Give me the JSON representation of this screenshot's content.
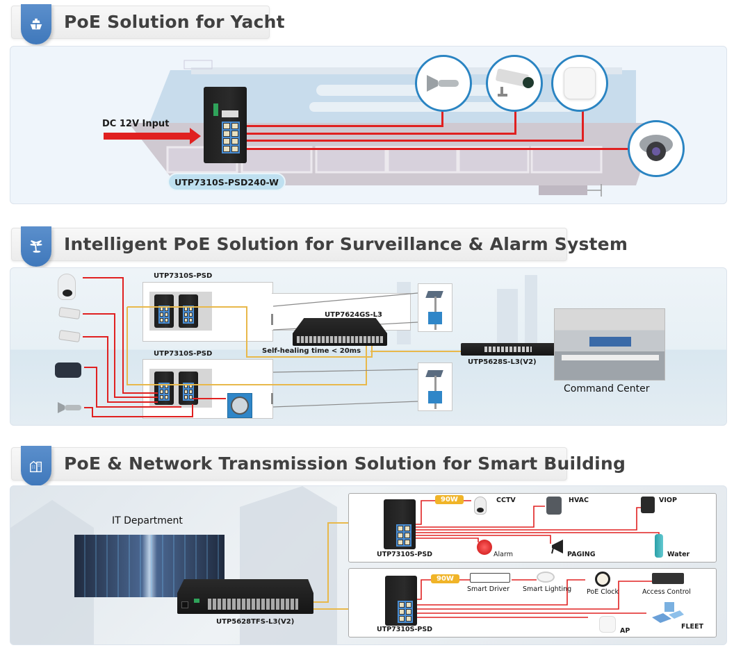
{
  "sections": [
    {
      "title": "PoE Solution for Yacht",
      "icon": "ship-icon",
      "input_label": "DC 12V Input",
      "switch_model": "UTP7310S-PSD240-W",
      "devices": [
        {
          "name": "horn-speaker",
          "icon": "horn-icon"
        },
        {
          "name": "bullet-camera",
          "icon": "camera-icon"
        },
        {
          "name": "wireless-ap",
          "icon": "access-point-icon"
        },
        {
          "name": "dome-camera",
          "icon": "dome-camera-icon"
        }
      ]
    },
    {
      "title": "Intelligent PoE Solution for Surveillance & Alarm System",
      "icon": "palm-tree-icon",
      "cabinet_top_model": "UTP7310S-PSD",
      "cabinet_bottom_model": "UTP7310S-PSD",
      "core_switch_model": "UTP7624GS-L3",
      "self_healing_label": "Self-healing time < 20ms",
      "aggregation_switch_model": "UTP5628S-L3(V2)",
      "command_center_label": "Command Center"
    },
    {
      "title": "PoE & Network Transmission Solution for Smart Building",
      "icon": "building-icon",
      "it_department_label": "IT Department",
      "core_switch_model": "UTP5628TFS-L3(V2)",
      "box1": {
        "switch_model": "UTP7310S-PSD",
        "power_badge": "90W",
        "devices": [
          "CCTV",
          "HVAC",
          "VIOP",
          "Alarm",
          "PAGING",
          "Water"
        ]
      },
      "box2": {
        "switch_model": "UTP7310S-PSD",
        "power_badge": "90W",
        "devices": [
          "Smart Driver",
          "Smart Lighting",
          "PoE Clock",
          "Access Control",
          "AP",
          "FLEET"
        ]
      }
    }
  ],
  "colors": {
    "accent_blue": "#3f78bb",
    "poe_red": "#e02020",
    "fiber_yellow": "#e8b84a",
    "badge_orange": "#f0b428"
  }
}
